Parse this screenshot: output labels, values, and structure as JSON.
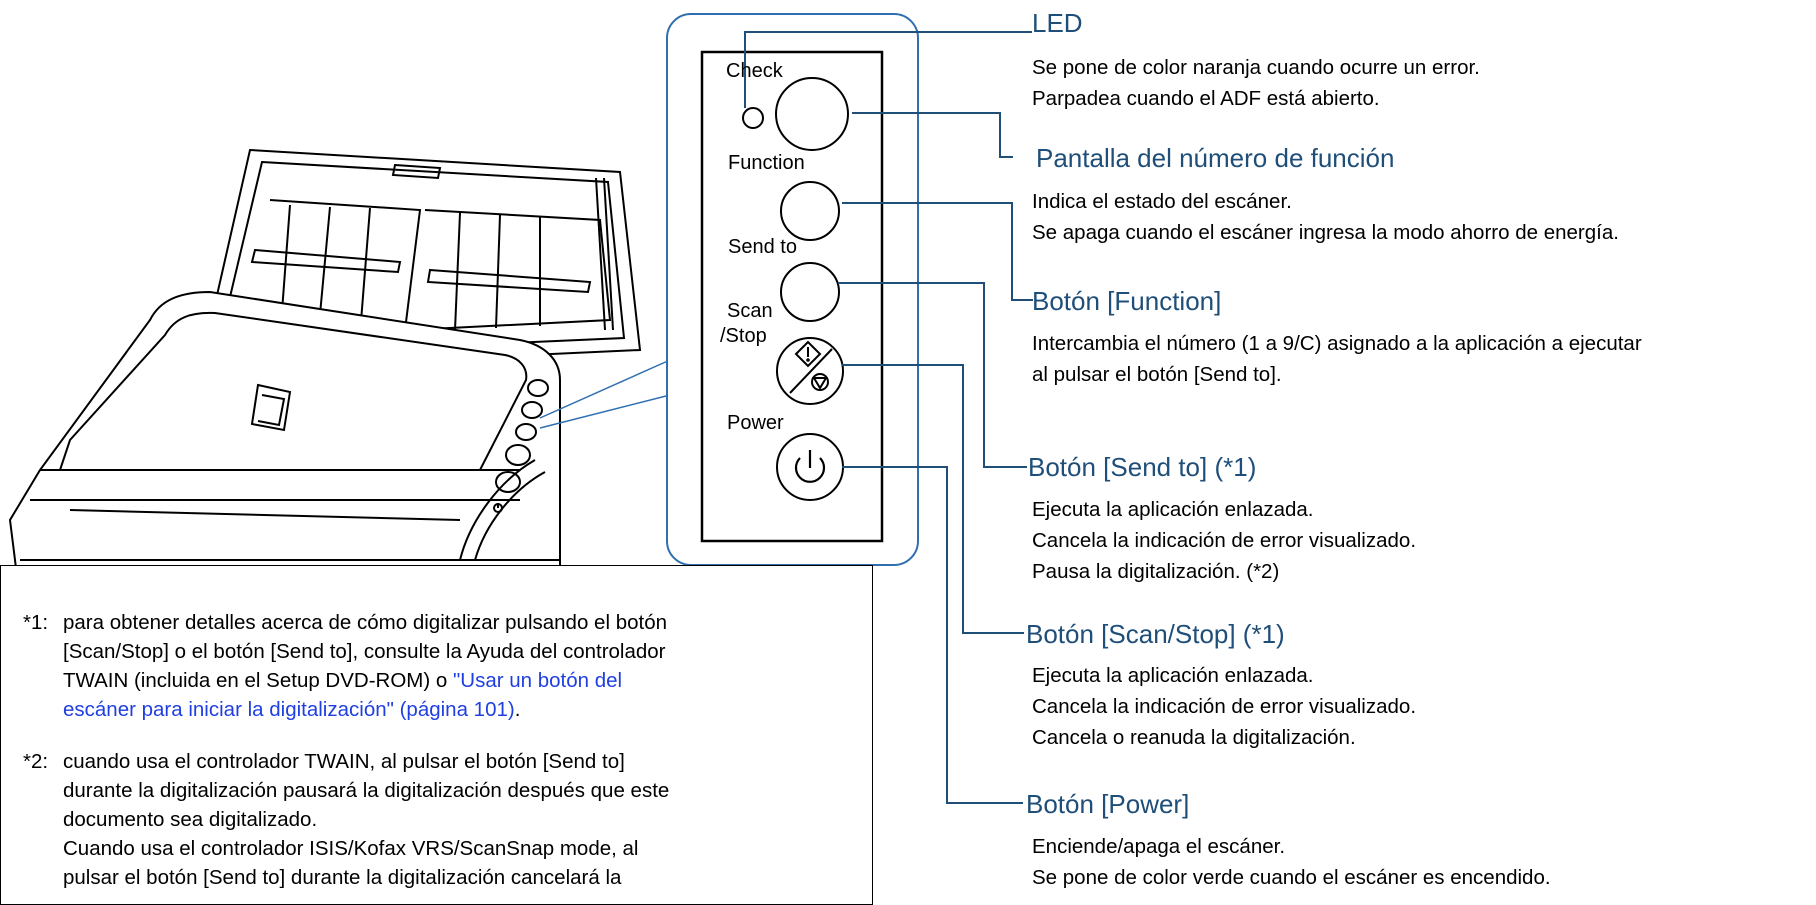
{
  "panel": {
    "labels": {
      "check": "Check",
      "function": "Function",
      "send_to": "Send to",
      "scan": "Scan",
      "stop": "/Stop",
      "power": "Power"
    }
  },
  "callouts": [
    {
      "heading": "LED",
      "lines": [
        "Se pone de color naranja cuando ocurre un error.",
        "Parpadea cuando el ADF está abierto."
      ]
    },
    {
      "heading": "Pantalla del número de función",
      "lines": [
        "Indica el estado del escáner.",
        "Se apaga cuando el escáner ingresa la modo ahorro de energía."
      ]
    },
    {
      "heading": "Botón [Function]",
      "lines": [
        "Intercambia el número (1 a 9/C) asignado a la aplicación a ejecutar",
        "al pulsar el botón [Send to]."
      ]
    },
    {
      "heading": "Botón [Send to] (*1)",
      "lines": [
        "Ejecuta la aplicación enlazada.",
        "Cancela la indicación de error visualizado.",
        "Pausa la digitalización. (*2)"
      ]
    },
    {
      "heading": "Botón [Scan/Stop] (*1)",
      "lines": [
        "Ejecuta la aplicación enlazada.",
        "Cancela la indicación de error visualizado.",
        "Cancela o reanuda la digitalización."
      ]
    },
    {
      "heading": "Botón [Power]",
      "lines": [
        "Enciende/apaga el escáner.",
        "Se pone de color verde cuando el escáner es encendido."
      ]
    }
  ],
  "notes": {
    "note1": {
      "mark": "*1:",
      "line1": "para obtener detalles acerca de cómo digitalizar pulsando el botón",
      "line2": "[Scan/Stop] o el botón [Send to], consulte la Ayuda del controlador",
      "line3_text": "TWAIN (incluida en el Setup DVD-ROM) o ",
      "link_line3": "\"Usar un botón del",
      "link_line4": "escáner para iniciar la digitalización\" (página 101)",
      "line4_tail": "."
    },
    "note2": {
      "mark": "*2:",
      "line1": "cuando usa el controlador TWAIN, al pulsar el botón [Send to]",
      "line2": "durante la digitalización pausará la digitalización después que este",
      "line3": "documento sea digitalizado.",
      "line4": "Cuando usa el controlador ISIS/Kofax VRS/ScanSnap mode, al",
      "line5": "pulsar el botón [Send to] durante la digitalización cancelará la"
    }
  },
  "colors": {
    "accent": "#1f4e79",
    "link": "#1f3fe0",
    "panel_border": "#2f6fb0"
  }
}
